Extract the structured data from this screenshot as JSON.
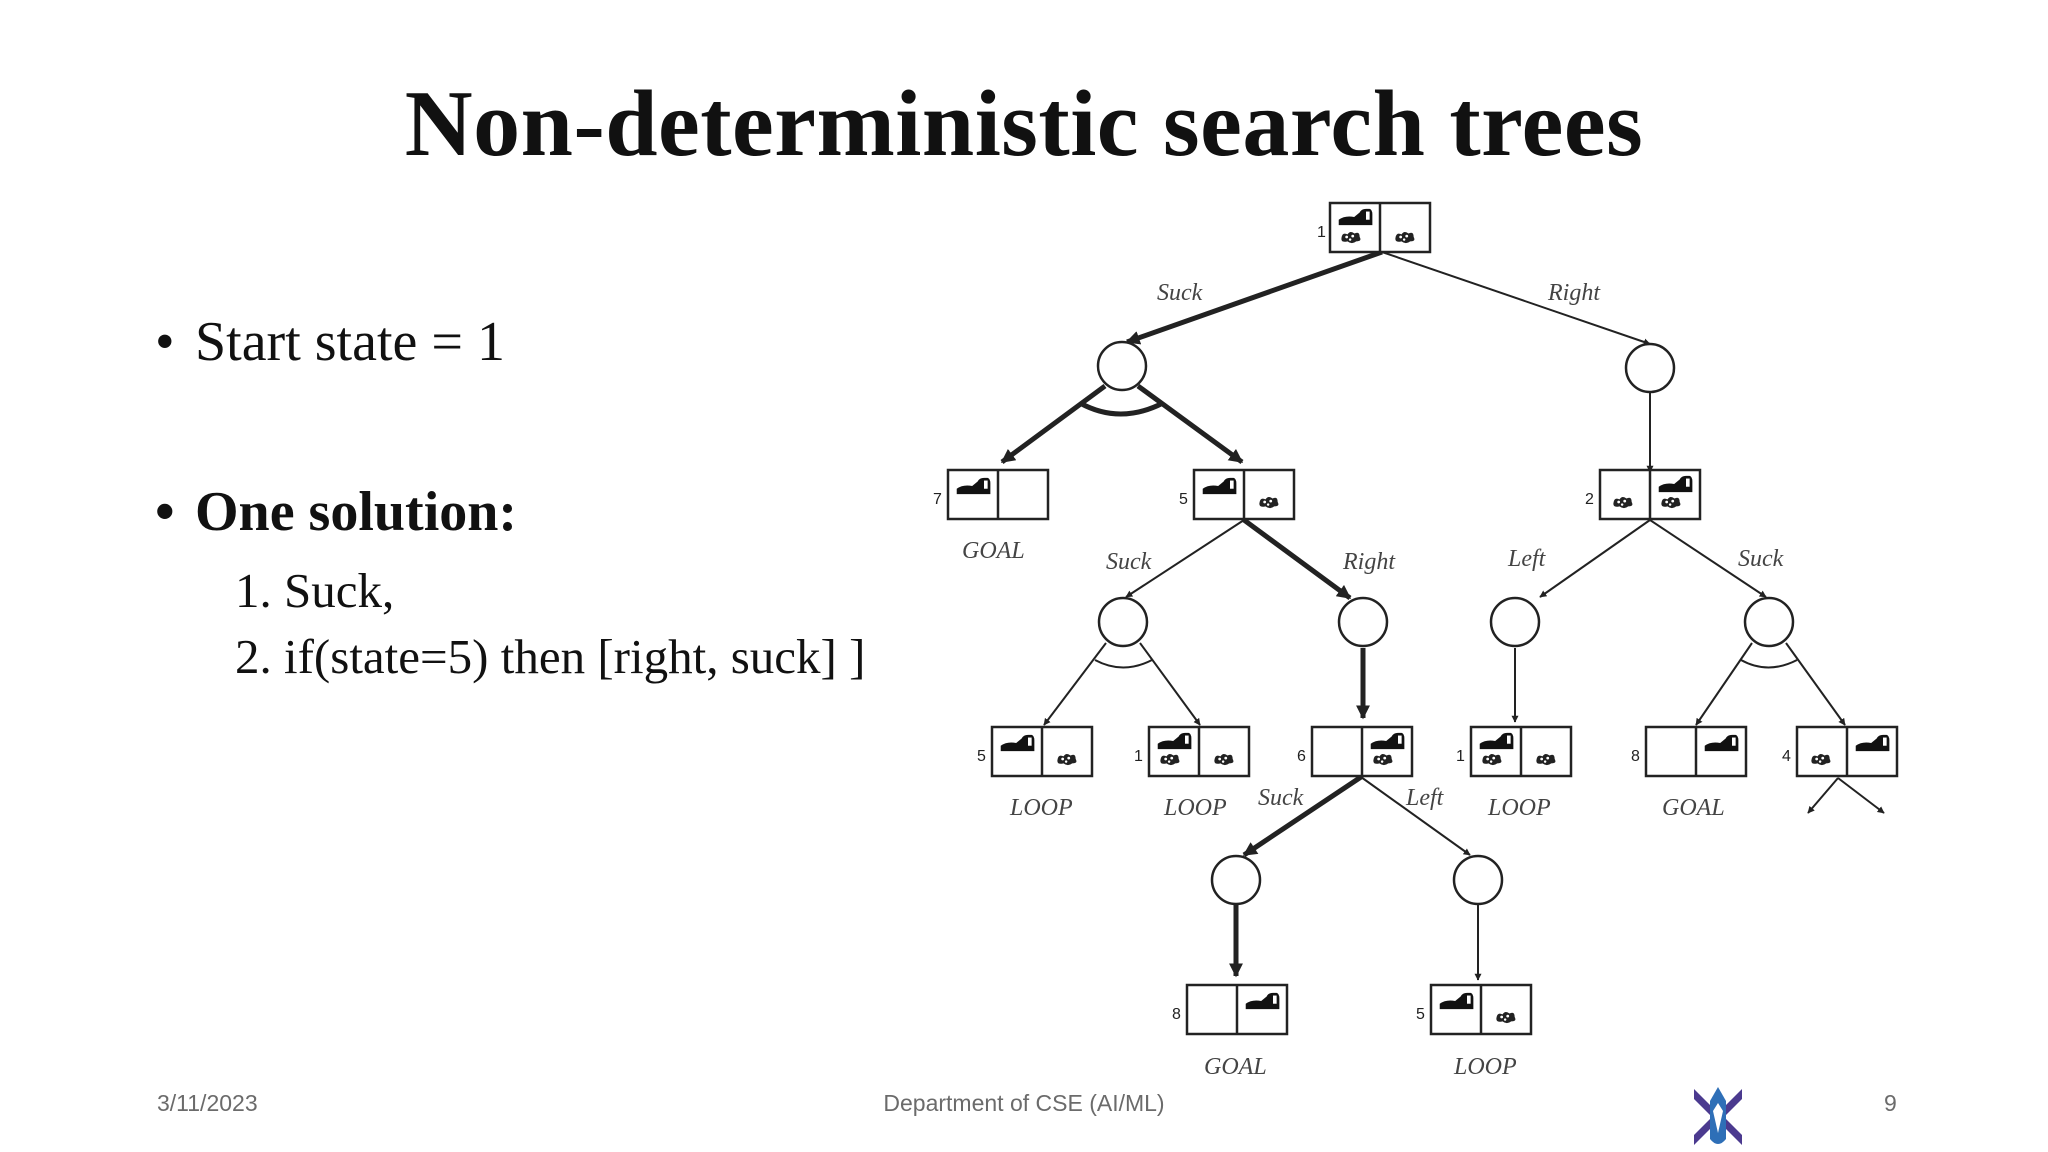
{
  "slide": {
    "title": "Non-deterministic search trees",
    "bullets": [
      {
        "marker": "•",
        "text": "Start state = 1"
      },
      {
        "marker": "•",
        "text": "One solution:"
      }
    ],
    "solution_steps": [
      "1. Suck,",
      "2. if(state=5) then [right, suck] ]"
    ]
  },
  "diagram": {
    "actions": {
      "root_left": "Suck",
      "root_right": "Right",
      "s5_left": "Suck",
      "s5_right": "Right",
      "s2_left": "Left",
      "s2_right": "Suck",
      "s6_left": "Suck",
      "s6_right": "Left"
    },
    "state_numbers": [
      "1",
      "7",
      "5",
      "2",
      "5",
      "1",
      "6",
      "1",
      "8",
      "4",
      "8",
      "5"
    ],
    "outcomes": {
      "s7": "GOAL",
      "n5a": "LOOP",
      "n1a": "LOOP",
      "n1b": "LOOP",
      "n8a": "GOAL",
      "n8b": "GOAL",
      "n5b": "LOOP"
    }
  },
  "footer": {
    "date": "3/11/2023",
    "department": "Department of CSE (AI/ML)",
    "page": "9"
  },
  "colors": {
    "ink": "#222222",
    "footer_text": "#6b6b6b",
    "logo_purple": "#4b3a8f",
    "logo_blue": "#2e6fb7"
  }
}
